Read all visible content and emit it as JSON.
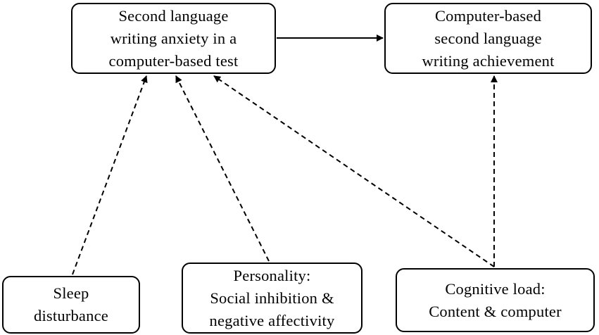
{
  "nodes": {
    "anxiety": {
      "lines": [
        "Second language",
        "writing anxiety in a",
        "computer-based test"
      ]
    },
    "achievement": {
      "lines": [
        "Computer-based",
        "second language",
        "writing achievement"
      ]
    },
    "sleep": {
      "lines": [
        "Sleep",
        "disturbance"
      ]
    },
    "personality": {
      "lines": [
        "Personality:",
        "Social inhibition &",
        "negative affectivity"
      ]
    },
    "cognitive": {
      "lines": [
        "Cognitive load:",
        "Content & computer"
      ]
    }
  },
  "edges": [
    {
      "from": "anxiety",
      "to": "achievement",
      "style": "solid"
    },
    {
      "from": "sleep",
      "to": "anxiety",
      "style": "dashed"
    },
    {
      "from": "personality",
      "to": "anxiety",
      "style": "dashed"
    },
    {
      "from": "cognitive",
      "to": "anxiety",
      "style": "dashed"
    },
    {
      "from": "cognitive",
      "to": "achievement",
      "style": "dashed"
    }
  ],
  "colors": {
    "line": "#000000",
    "background": "#ffffff"
  }
}
